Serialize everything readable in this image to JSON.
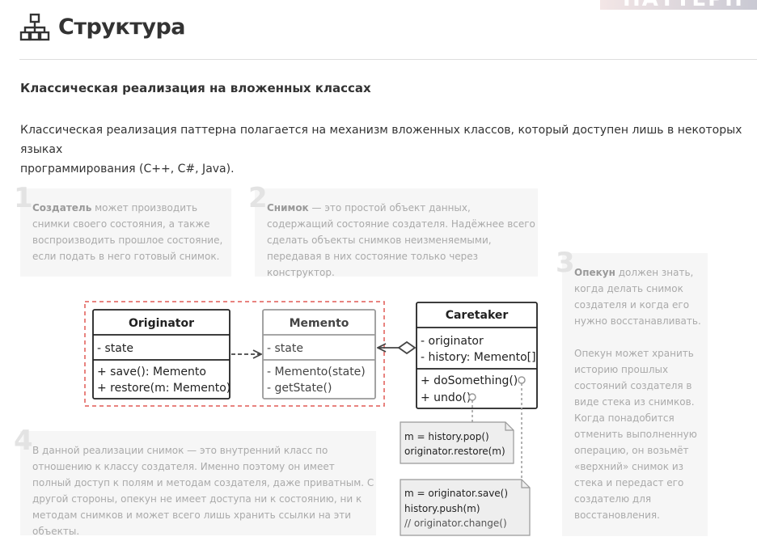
{
  "banner": "ПАТТЕРН",
  "header": {
    "title": "Структура"
  },
  "section": {
    "subtitle": "Классическая реализация на вложенных классах",
    "intro_line1": "Классическая реализация паттерна полагается на механизм вложенных классов, который доступен лишь в некоторых языках",
    "intro_line2": "программирования (C++, C#, Java)."
  },
  "notes": [
    {
      "num": "1",
      "bold": "Создатель",
      "text": " может производить снимки своего состояния, а также воспроизводить прошлое состояние, если подать в него готовый снимок."
    },
    {
      "num": "2",
      "bold": "Снимок",
      "text": " — это простой объект данных, содержащий состояние создателя. Надёжнее всего сделать объекты снимков неизменяемыми, передавая в них состояние только через конструктор."
    },
    {
      "num": "3",
      "bold": "Опекун",
      "text": " должен знать, когда делать снимок создателя и когда его нужно восстанавливать.",
      "text2": "Опекун может хранить историю прошлых состояний создателя в виде стека из снимков. Когда понадобится отменить выполненную операцию, он возьмёт «верхний» снимок из стека и передаст его создателю для восстановления."
    },
    {
      "num": "4",
      "text": "В данной реализации снимок — это внутренний класс по отношению к классу создателя. Именно поэтому он имеет полный доступ к полям и методам создателя, даже приватным. С другой стороны, опекун не имеет доступа ни к состоянию, ни к методам снимков и может всего лишь хранить ссылки на эти объекты."
    }
  ],
  "uml": {
    "originator": {
      "name": "Originator",
      "field": "- state",
      "methods": [
        "+ save(): Memento",
        "+ restore(m: Memento)"
      ]
    },
    "memento": {
      "name": "Memento",
      "field": "- state",
      "methods": [
        "- Memento(state)",
        "- getState()"
      ]
    },
    "caretaker": {
      "name": "Caretaker",
      "fields": [
        "- originator",
        "- history: Memento[]"
      ],
      "methods": [
        "+ doSomething()",
        "+ undo()"
      ]
    },
    "note_undo": [
      "m = history.pop()",
      "originator.restore(m)"
    ],
    "note_do": [
      "m = originator.save()",
      "history.push(m)",
      "// originator.change()"
    ]
  },
  "colors": {
    "dashed_frame": "#e05a55",
    "memento_border": "#999999",
    "class_border": "#222222",
    "note_bg": "#eeeeee"
  }
}
